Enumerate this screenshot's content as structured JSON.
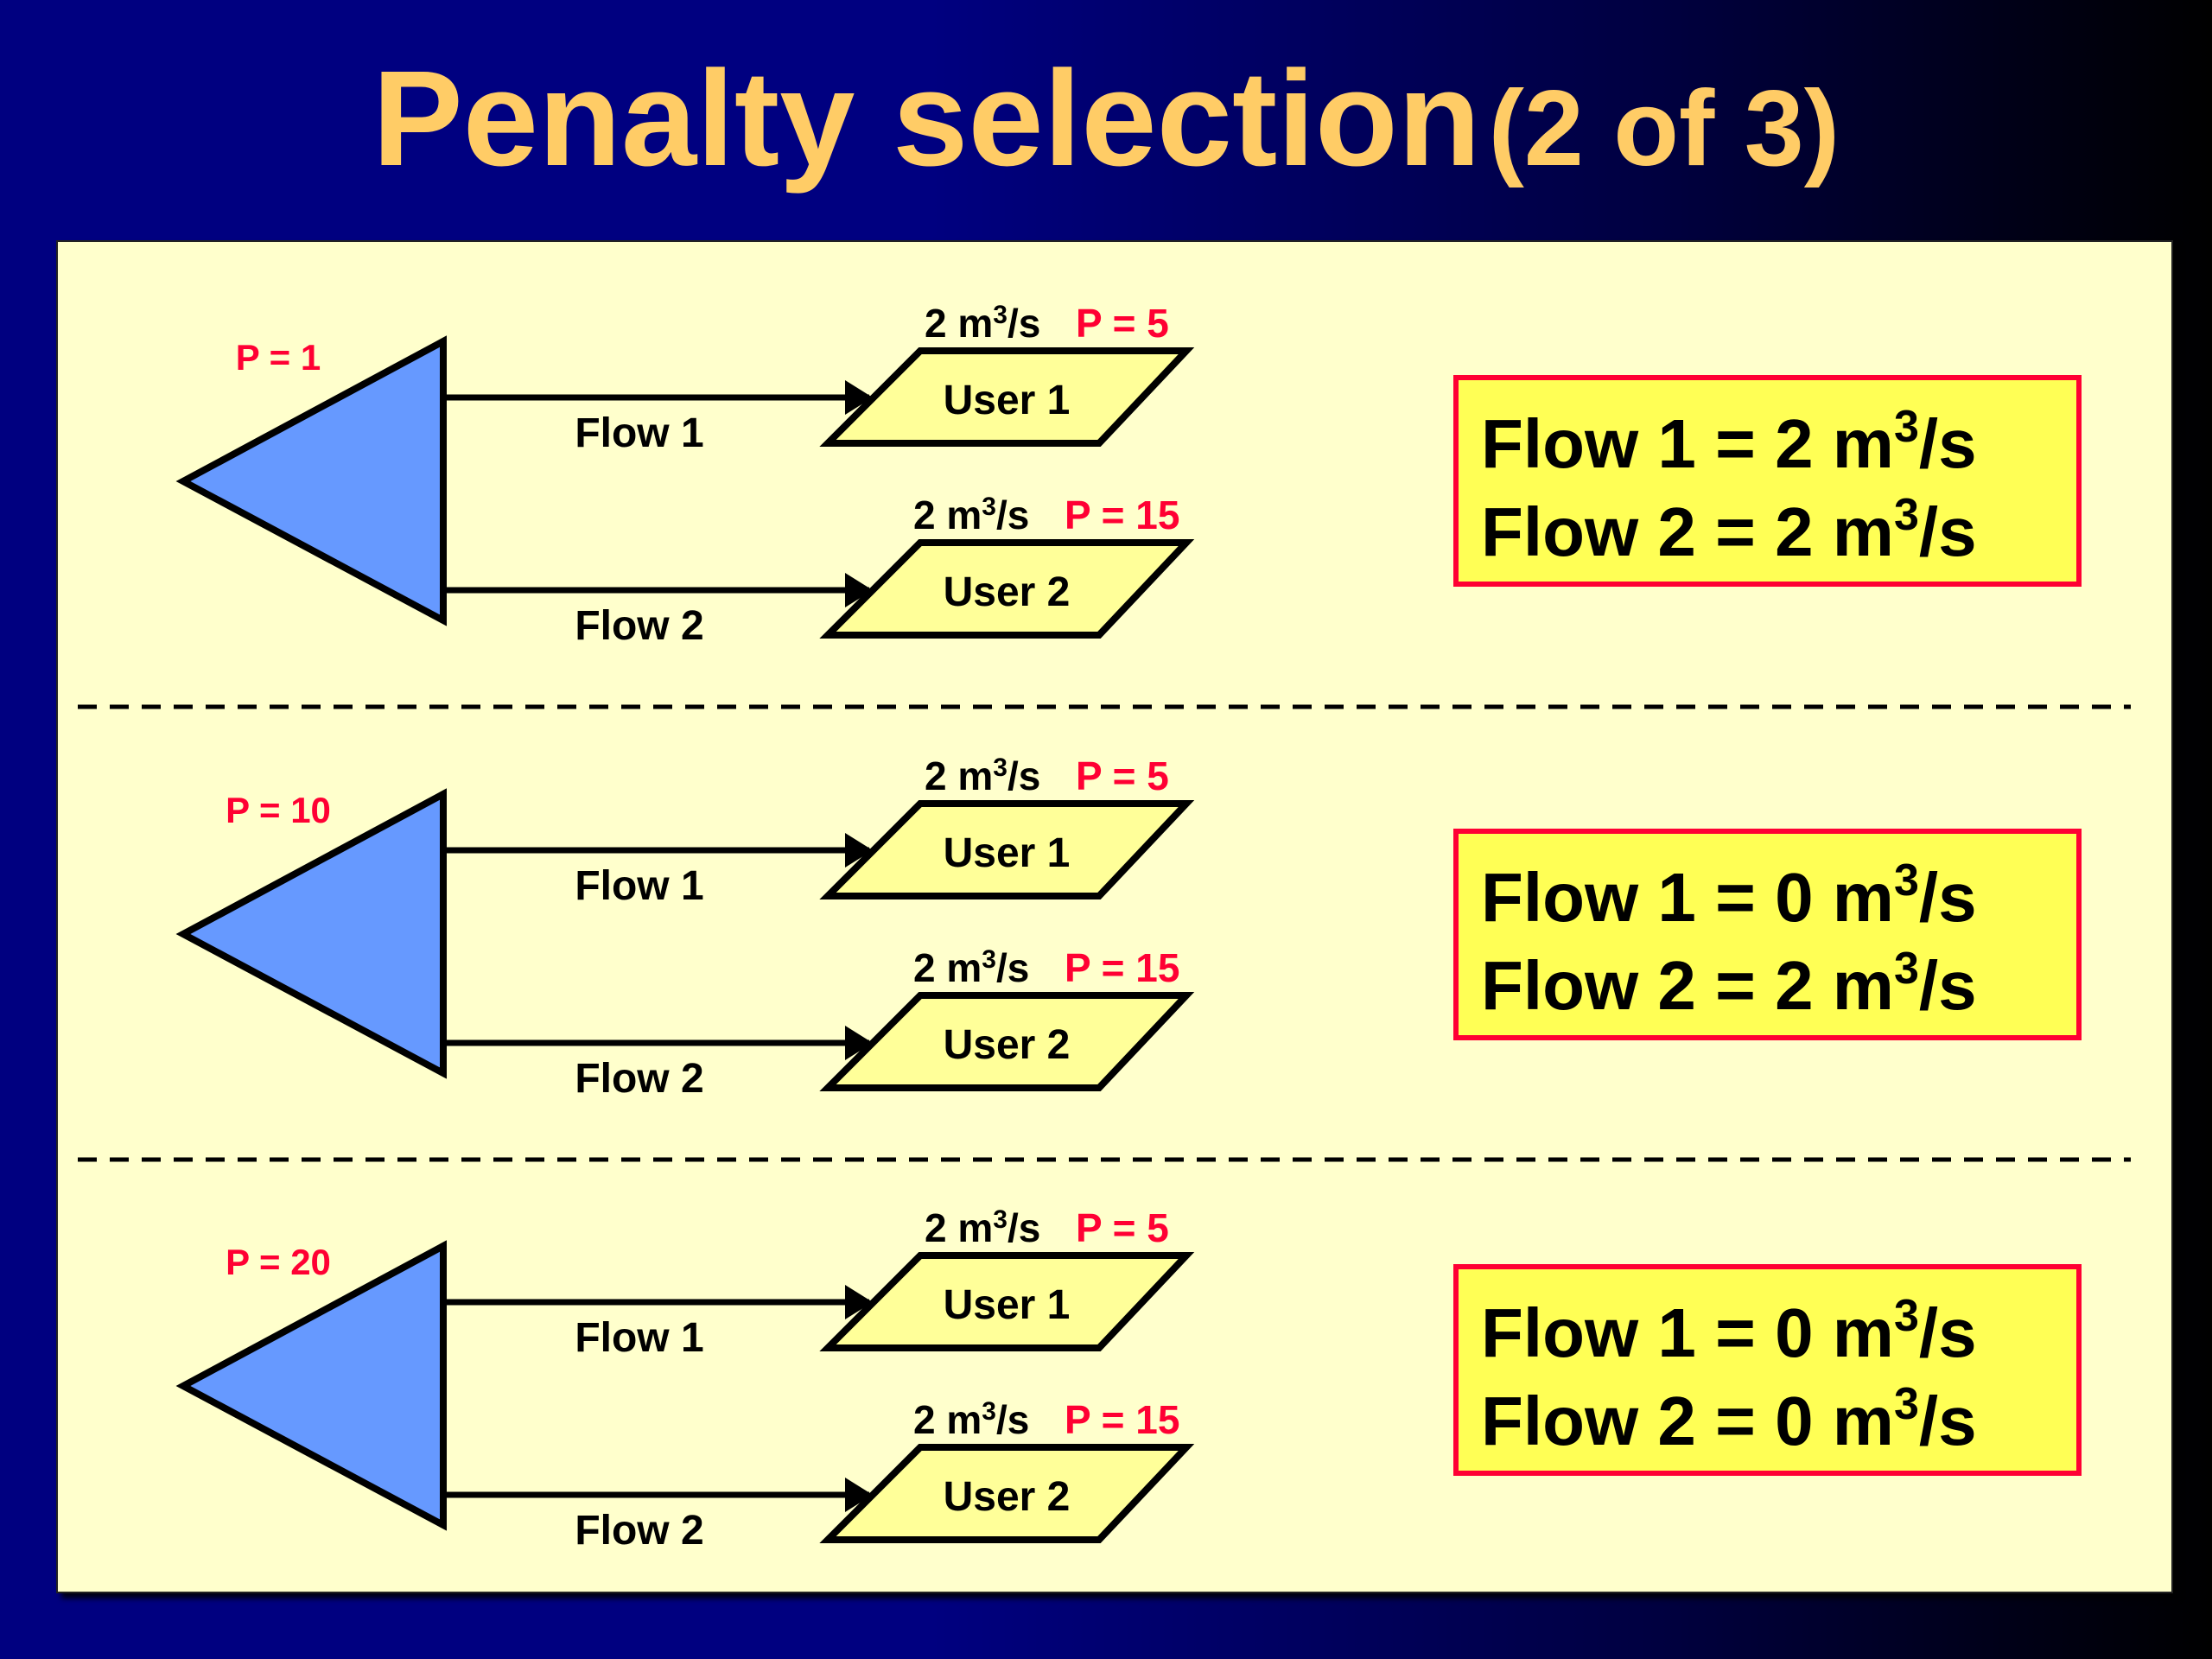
{
  "title": {
    "main": "Penalty selection",
    "sub": "(2 of 3)"
  },
  "colors": {
    "title": "#FFCC66",
    "background_left": "#000080",
    "background_right": "#000000",
    "panel": "#FFFFCC",
    "source_fill": "#6699FF",
    "user_fill": "#FFFF99",
    "penalty_text": "#FF0033",
    "result_fill": "#FFFF55",
    "result_border": "#FF0033"
  },
  "scenarios": [
    {
      "source_penalty": "P = 1",
      "flows": [
        {
          "label": "Flow 1",
          "user": "User 1",
          "demand": "2 m",
          "demand_exp": "3",
          "demand_unit": "/s",
          "penalty": "P = 5"
        },
        {
          "label": "Flow 2",
          "user": "User 2",
          "demand": "2 m",
          "demand_exp": "3",
          "demand_unit": "/s",
          "penalty": "P = 15"
        }
      ],
      "results": [
        {
          "text": "Flow 1 = 2 m",
          "exp": "3",
          "unit": "/s"
        },
        {
          "text": "Flow 2 = 2 m",
          "exp": "3",
          "unit": "/s"
        }
      ]
    },
    {
      "source_penalty": "P = 10",
      "flows": [
        {
          "label": "Flow 1",
          "user": "User 1",
          "demand": "2 m",
          "demand_exp": "3",
          "demand_unit": "/s",
          "penalty": "P = 5"
        },
        {
          "label": "Flow 2",
          "user": "User 2",
          "demand": "2 m",
          "demand_exp": "3",
          "demand_unit": "/s",
          "penalty": "P = 15"
        }
      ],
      "results": [
        {
          "text": "Flow 1 = 0 m",
          "exp": "3",
          "unit": "/s"
        },
        {
          "text": "Flow 2 = 2 m",
          "exp": "3",
          "unit": "/s"
        }
      ]
    },
    {
      "source_penalty": "P = 20",
      "flows": [
        {
          "label": "Flow 1",
          "user": "User 1",
          "demand": "2 m",
          "demand_exp": "3",
          "demand_unit": "/s",
          "penalty": "P = 5"
        },
        {
          "label": "Flow 2",
          "user": "User 2",
          "demand": "2 m",
          "demand_exp": "3",
          "demand_unit": "/s",
          "penalty": "P = 15"
        }
      ],
      "results": [
        {
          "text": "Flow 1 = 0 m",
          "exp": "3",
          "unit": "/s"
        },
        {
          "text": "Flow 2 = 0 m",
          "exp": "3",
          "unit": "/s"
        }
      ]
    }
  ]
}
